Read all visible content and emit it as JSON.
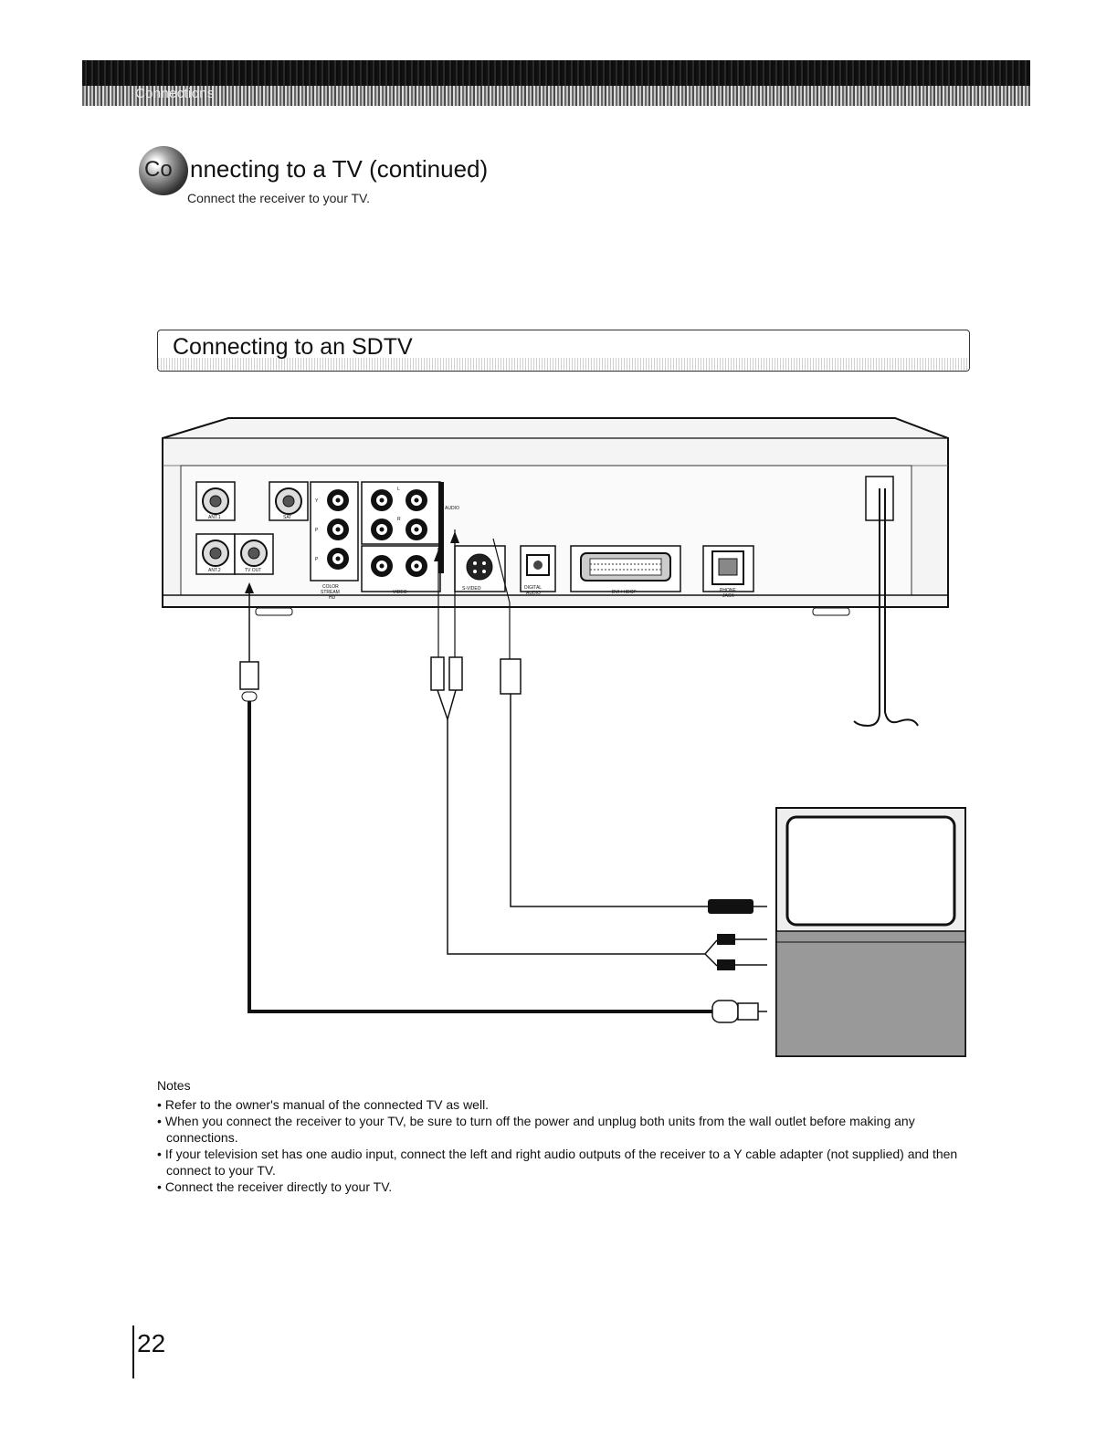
{
  "header": {
    "section": "Connections"
  },
  "title": {
    "lead_glyph": "Co",
    "rest": "nnecting to a TV (continued)"
  },
  "subtitle": "Connect the receiver to your TV.",
  "section_heading": "Connecting to an SDTV",
  "diagram_labels": {
    "ant_in": "ANT.1",
    "sat": "SAT",
    "ant2": "ANT.2",
    "tv_out": "TV OUT",
    "y": "Y",
    "pb": "P",
    "pr": "P",
    "color_stream_1": "COLOR",
    "color_stream_2": "STREAM",
    "color_stream_3": "HD",
    "audio_l": "L",
    "audio_r": "R",
    "audio": "AUDIO",
    "video": "VIDEO",
    "s_video": "S-VIDEO",
    "digital_1": "DIGITAL",
    "digital_2": "AUDIO",
    "dvi": "DVI / HDCP",
    "phone_1": "PHONE",
    "phone_2": "JACK"
  },
  "notes": {
    "title": "Notes",
    "items": [
      "Refer to the owner's manual of the connected TV as well.",
      "When you connect the receiver to your TV, be sure to turn off the power and unplug both units from the wall outlet before making any connections.",
      "If your television set has one audio input, connect the left and right audio outputs of the receiver to a Y cable adapter (not supplied) and then connect to your TV.",
      "Connect the receiver directly to your TV."
    ]
  },
  "page_number": "22"
}
